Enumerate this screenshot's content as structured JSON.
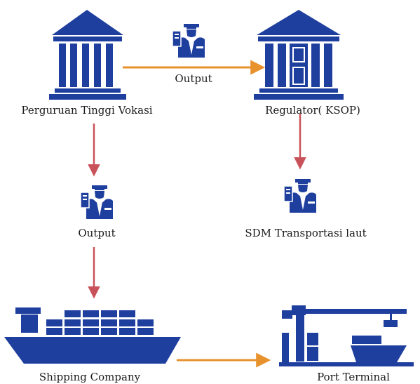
{
  "nodes": {
    "university": {
      "label": "Perguruan Tinggi Vokasi",
      "icon": "institution-building-icon"
    },
    "regulator": {
      "label": "Regulator( KSOP)",
      "icon": "regulator-building-icon"
    },
    "human_resources": {
      "label": "SDM  Transportasi laut",
      "icon": "officer-icon"
    },
    "shipping": {
      "label": "Shipping Company",
      "icon": "cargo-ship-icon"
    },
    "port": {
      "label": "Port Terminal",
      "icon": "port-terminal-icon"
    }
  },
  "edges": {
    "university_to_regulator": {
      "label": "Output",
      "icon": "officer-icon"
    },
    "university_to_shipping": {
      "label": "Output",
      "icon": "officer-icon"
    },
    "regulator_to_human_resources": {
      "label": ""
    },
    "shipping_to_port": {
      "label": ""
    }
  },
  "colors": {
    "icon": "#1f3f9f",
    "arrow_orange": "#e8922e",
    "arrow_red": "#c9525a",
    "text": "#1a1a1a"
  }
}
